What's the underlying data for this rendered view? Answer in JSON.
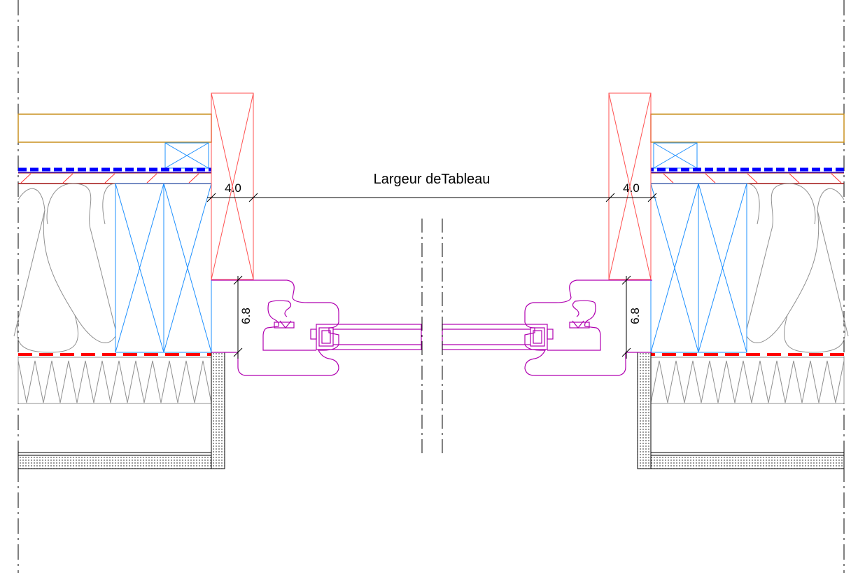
{
  "dimensions": {
    "opening_label": "Largeur deTableau",
    "left_liner_width": "4.0",
    "right_liner_width": "4.0",
    "left_frame_depth": "6.8",
    "right_frame_depth": "6.8"
  },
  "colors": {
    "liner_board": "#ff5050",
    "timber_stud": "#1e90ff",
    "cladding": "#c8901e",
    "window_frame": "#b000b0",
    "insulation": "#909090",
    "vapour_barrier": "#0000ff",
    "membrane_red": "#ff0000",
    "centre_line": "#000000"
  }
}
